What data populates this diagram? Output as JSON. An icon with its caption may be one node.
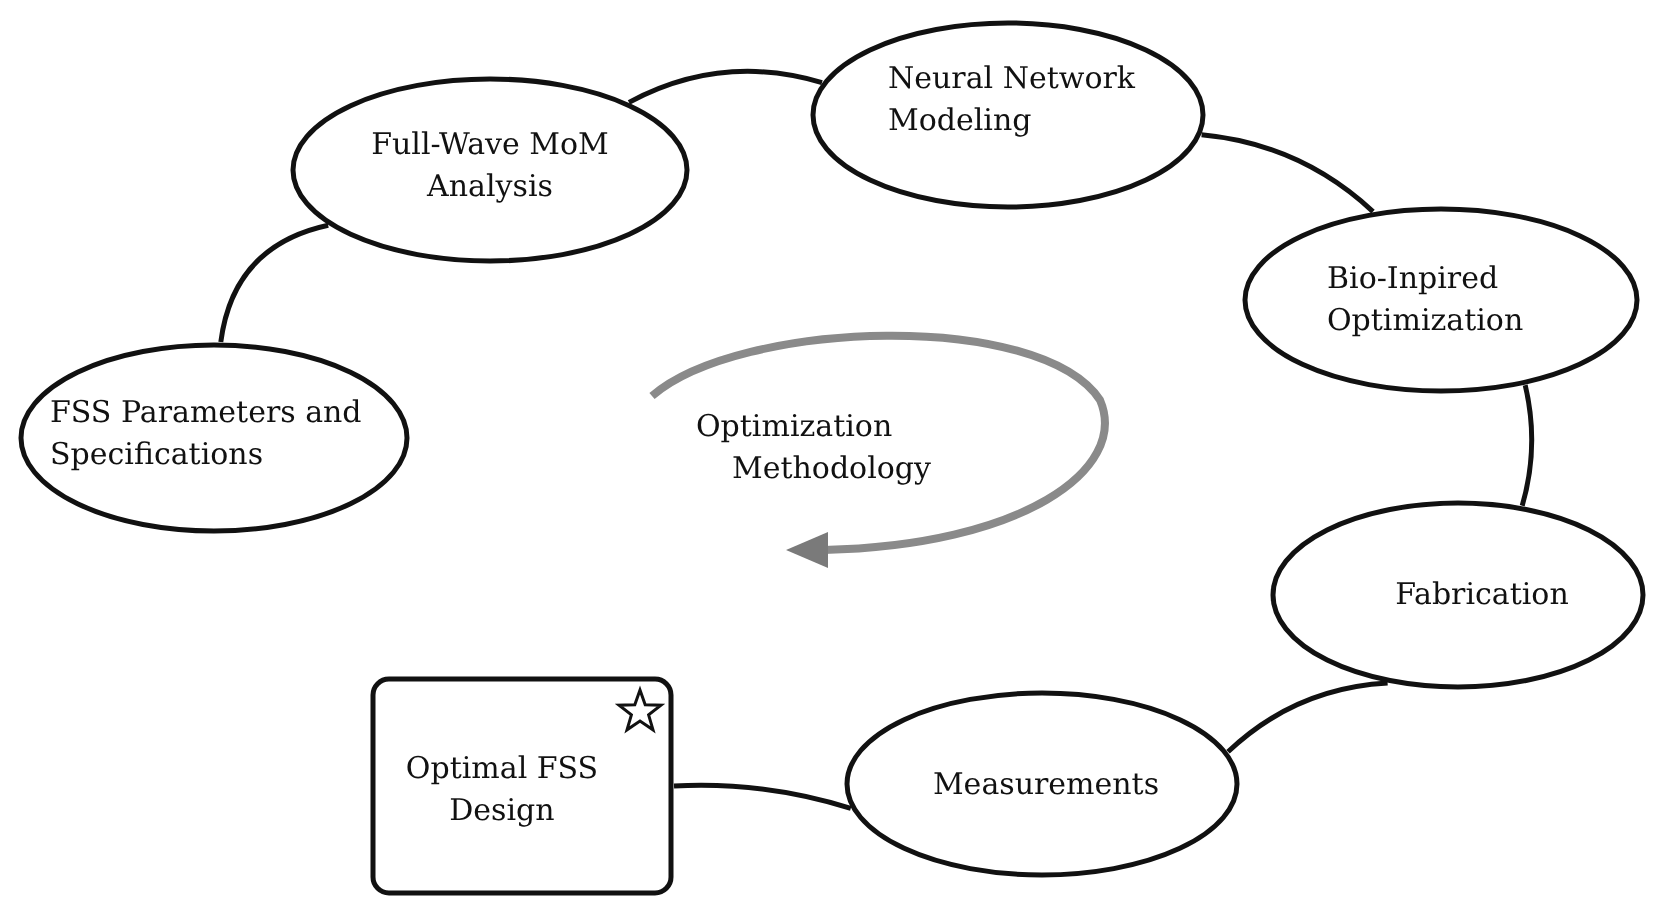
{
  "diagram": {
    "nodes": [
      {
        "text": [
          "FSS Parameters and Specifications"
        ]
      },
      {
        "text": [
          "Full-Wave MoM Analysis"
        ]
      },
      {
        "text": [
          "Neural Network Modeling"
        ]
      },
      {
        "text": [
          "Bio-Inpired Optimization"
        ]
      },
      {
        "text": [
          "Fabrication"
        ]
      },
      {
        "text": [
          "Measurements"
        ]
      },
      {
        "text": [
          "Optimal FSS Design"
        ]
      }
    ],
    "edges": [
      {
        "from": 0,
        "to": 1,
        "arrow": "none"
      },
      {
        "from": 1,
        "to": 2,
        "arrow": "none"
      },
      {
        "from": 2,
        "to": 3,
        "arrow": "none"
      },
      {
        "from": 3,
        "to": 4,
        "arrow": "none"
      },
      {
        "from": 4,
        "to": 5,
        "arrow": "none"
      },
      {
        "from": 5,
        "to": 6,
        "arrow": "none"
      }
    ],
    "labels": [
      "Optimization Methodology"
    ]
  }
}
